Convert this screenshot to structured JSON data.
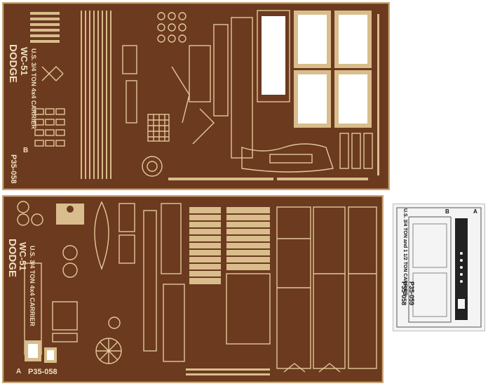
{
  "top_fret": {
    "brand": "DODGE",
    "model": "WC-51",
    "description": "U.S. 3/4 TON 4x4 CARRIER",
    "code": "P35-058",
    "letter": "B"
  },
  "bottom_fret": {
    "brand": "DODGE",
    "model": "WC-51",
    "description": "U.S. 3/4 TON 4x4 CARRIER",
    "code": "P35-058",
    "letter": "A"
  },
  "film_sheet": {
    "description": "U.S. 3/4 TON and 1 1/2 TON CARRIER",
    "code1": "P35-058",
    "code2": "P35-059",
    "letter_a": "A",
    "letter_b": "B"
  },
  "colors": {
    "brass_background": "#6b3a1f",
    "brass_parts": "#d9bd8c",
    "film": "#f4f4f4"
  }
}
